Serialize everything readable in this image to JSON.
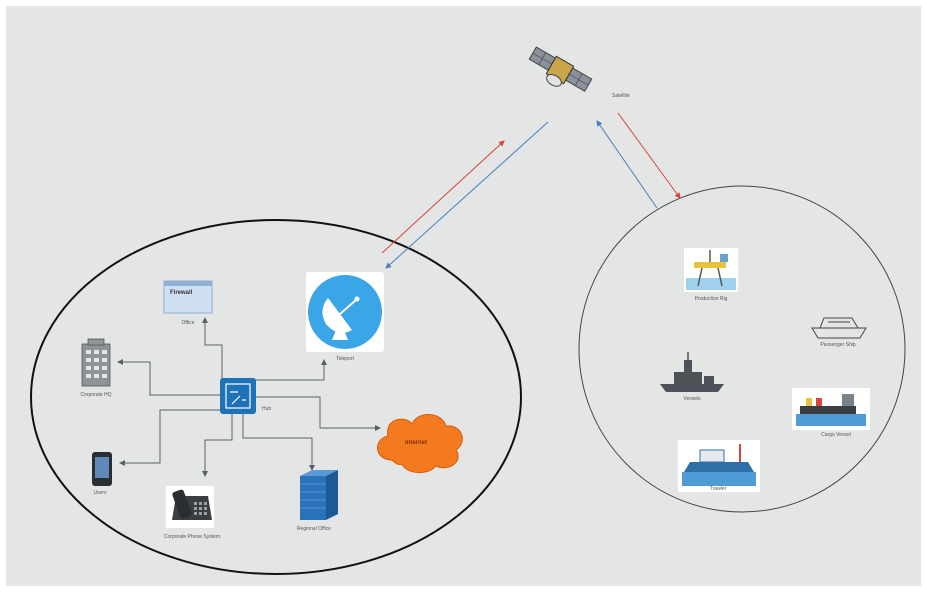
{
  "nodes": {
    "satellite": {
      "label": "Satellite"
    },
    "vsat_teleport": {
      "label": "Teleport"
    },
    "hub": {
      "label": "Hub"
    },
    "remote_office": {
      "label": "Office",
      "screen_text": "Firewall"
    },
    "corporate_hq": {
      "label": "Corporate HQ"
    },
    "mobile": {
      "label": "Users"
    },
    "phone_system": {
      "label": "Corporate Phone System"
    },
    "regional_office": {
      "label": "Regional Office"
    },
    "internet": {
      "label": "Internet"
    },
    "offshore_rig": {
      "label": "Production Rig"
    },
    "passenger_ship": {
      "label": "Passenger Ship"
    },
    "military_vessel": {
      "label": "Vessels"
    },
    "cargo_vessel": {
      "label": "Cargo Vessel"
    },
    "trawler": {
      "label": "Trawler"
    }
  },
  "colors": {
    "background": "#e4e5e5",
    "uplink": "#d9443a",
    "downlink": "#4a7fbf",
    "connector": "#5a6066",
    "teleport": "#3aa6e8",
    "cloud": "#f47a20",
    "hub": "#1e73b8"
  }
}
